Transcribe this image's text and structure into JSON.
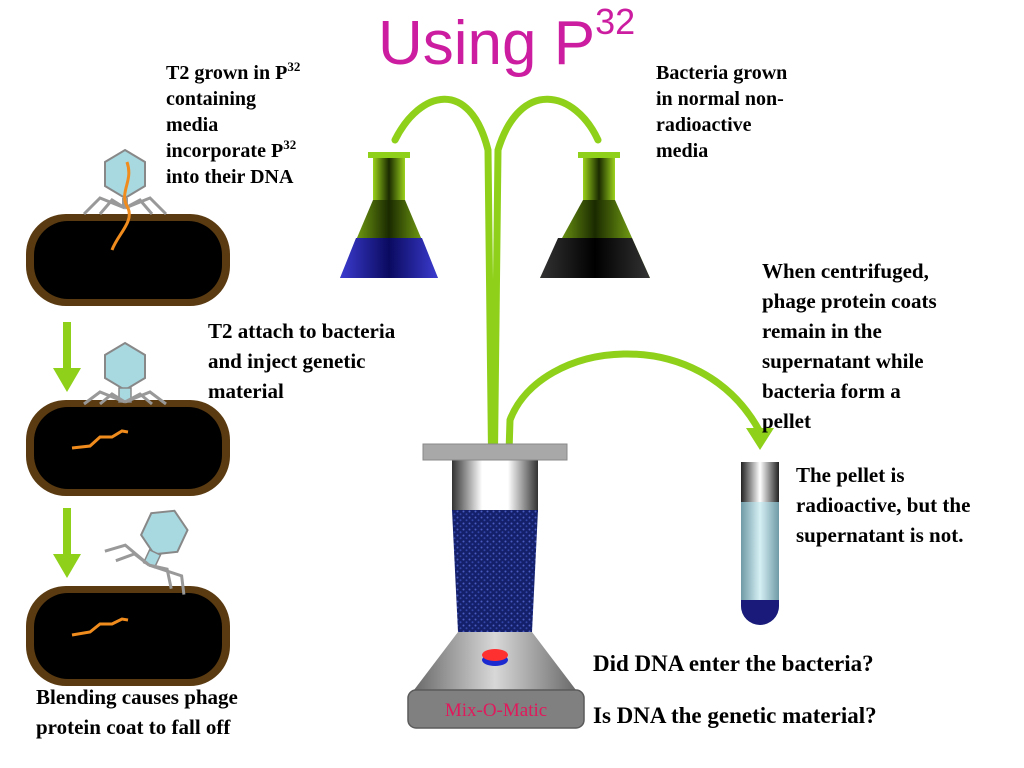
{
  "title": {
    "text": "Using P",
    "sup": "32"
  },
  "labels": {
    "t2_grown": {
      "line1": "T2 grown in P",
      "line1_sup": "32",
      "line2": "containing",
      "line3": "media",
      "line4": "incorporate P",
      "line4_sup": "32",
      "line5": "into their DNA"
    },
    "bacteria_grown": [
      "Bacteria grown",
      "in normal non-",
      "radioactive",
      "media"
    ],
    "t2_attach": [
      "T2 attach to bacteria",
      "and inject genetic",
      "material"
    ],
    "centrifuged": [
      "When centrifuged,",
      "phage protein coats",
      "remain in the",
      "supernatant while",
      "bacteria form a",
      "pellet"
    ],
    "pellet": [
      "The pellet is",
      "radioactive, but the",
      "supernatant is not."
    ],
    "blending": [
      "Blending causes phage",
      "protein coat to fall off"
    ]
  },
  "questions": [
    "Did DNA enter the bacteria?",
    "Is DNA the genetic material?"
  ],
  "blender_brand": "Mix-O-Matic",
  "colors": {
    "title": "#cc1da0",
    "arrow_green": "#8fd11a",
    "dna_orange": "#f08c1e",
    "bacteria_wall": "#5a3a10",
    "phage_head": "#a8d8e0",
    "flask_liquid": "#2a2aa0",
    "blender_liquid": "#1a2a7a"
  }
}
